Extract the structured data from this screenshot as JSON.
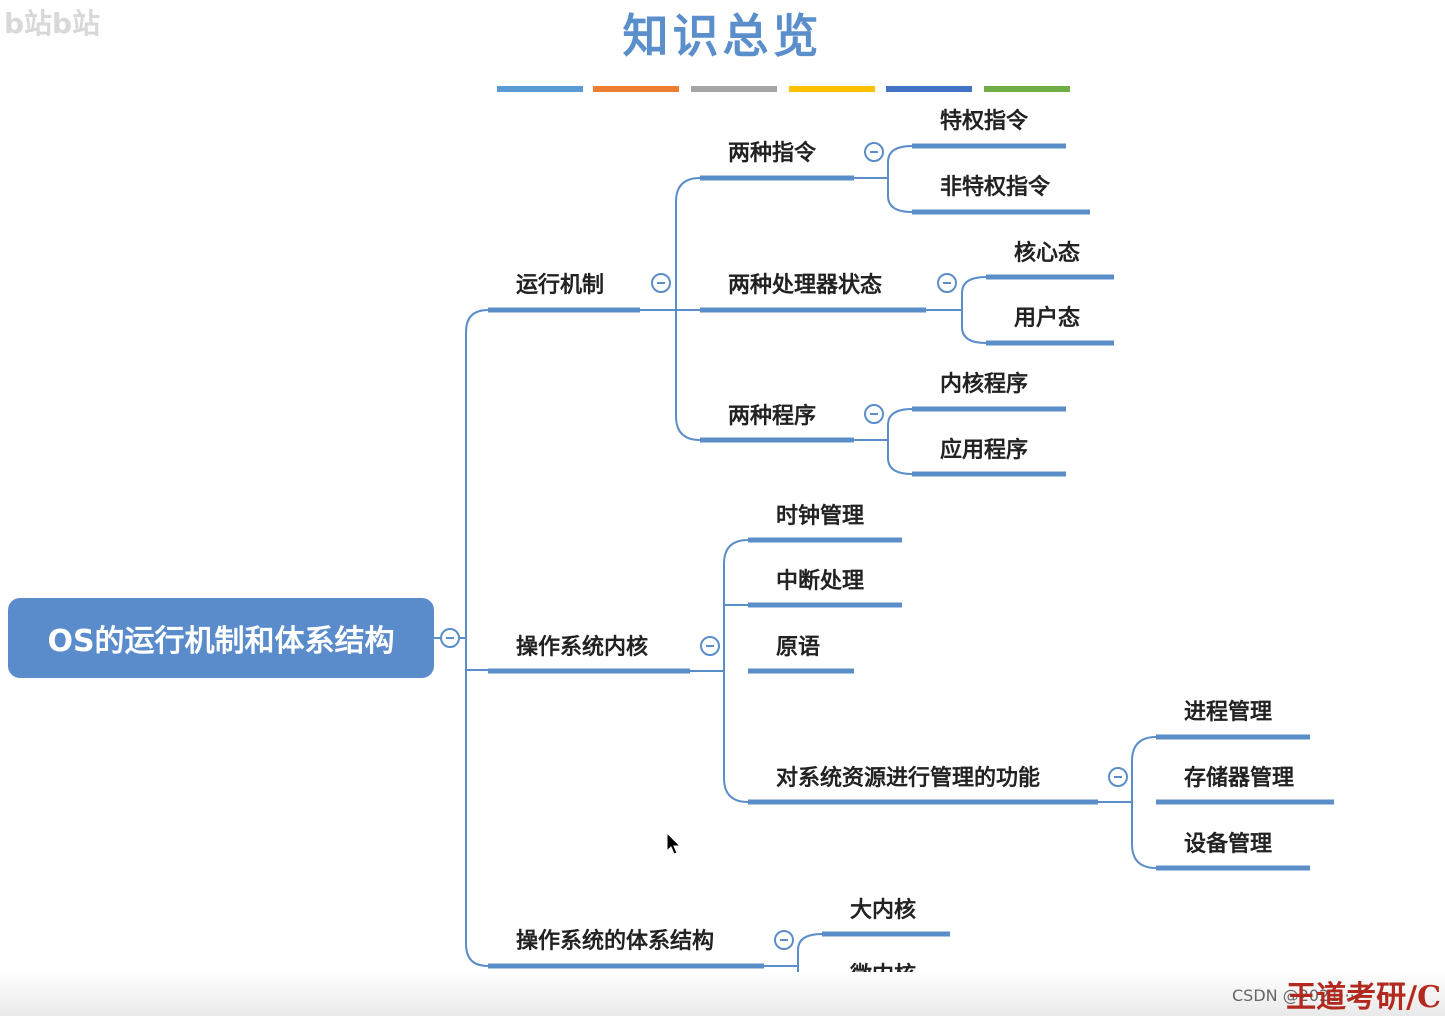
{
  "header": {
    "title": "知识总览",
    "color_bars": [
      "#5b9bd5",
      "#ed7d31",
      "#a5a5a5",
      "#ffc000",
      "#4472c4",
      "#70ad47"
    ]
  },
  "root": {
    "label": "OS的运行机制和体系结构"
  },
  "branches": {
    "run": {
      "label": "运行机制",
      "instr": {
        "label": "两种指令",
        "children": [
          "特权指令",
          "非特权指令"
        ]
      },
      "state": {
        "label": "两种处理器状态",
        "children": [
          "核心态",
          "用户态"
        ]
      },
      "prog": {
        "label": "两种程序",
        "children": [
          "内核程序",
          "应用程序"
        ]
      }
    },
    "kernel": {
      "label": "操作系统内核",
      "items": [
        "时钟管理",
        "中断处理",
        "原语"
      ],
      "res": {
        "label": "对系统资源进行管理的功能",
        "children": [
          "进程管理",
          "存储器管理",
          "设备管理"
        ]
      }
    },
    "arch": {
      "label": "操作系统的体系结构",
      "children": [
        "大内核",
        "微内核"
      ]
    }
  },
  "watermarks": {
    "top_left": "b站b站",
    "brand": "王道考研/C",
    "csdn": "CSDN @2021···"
  },
  "colors": {
    "line": "#5b8ec9",
    "root_bg": "#5a8ccb",
    "title": "#5a8fcb"
  }
}
